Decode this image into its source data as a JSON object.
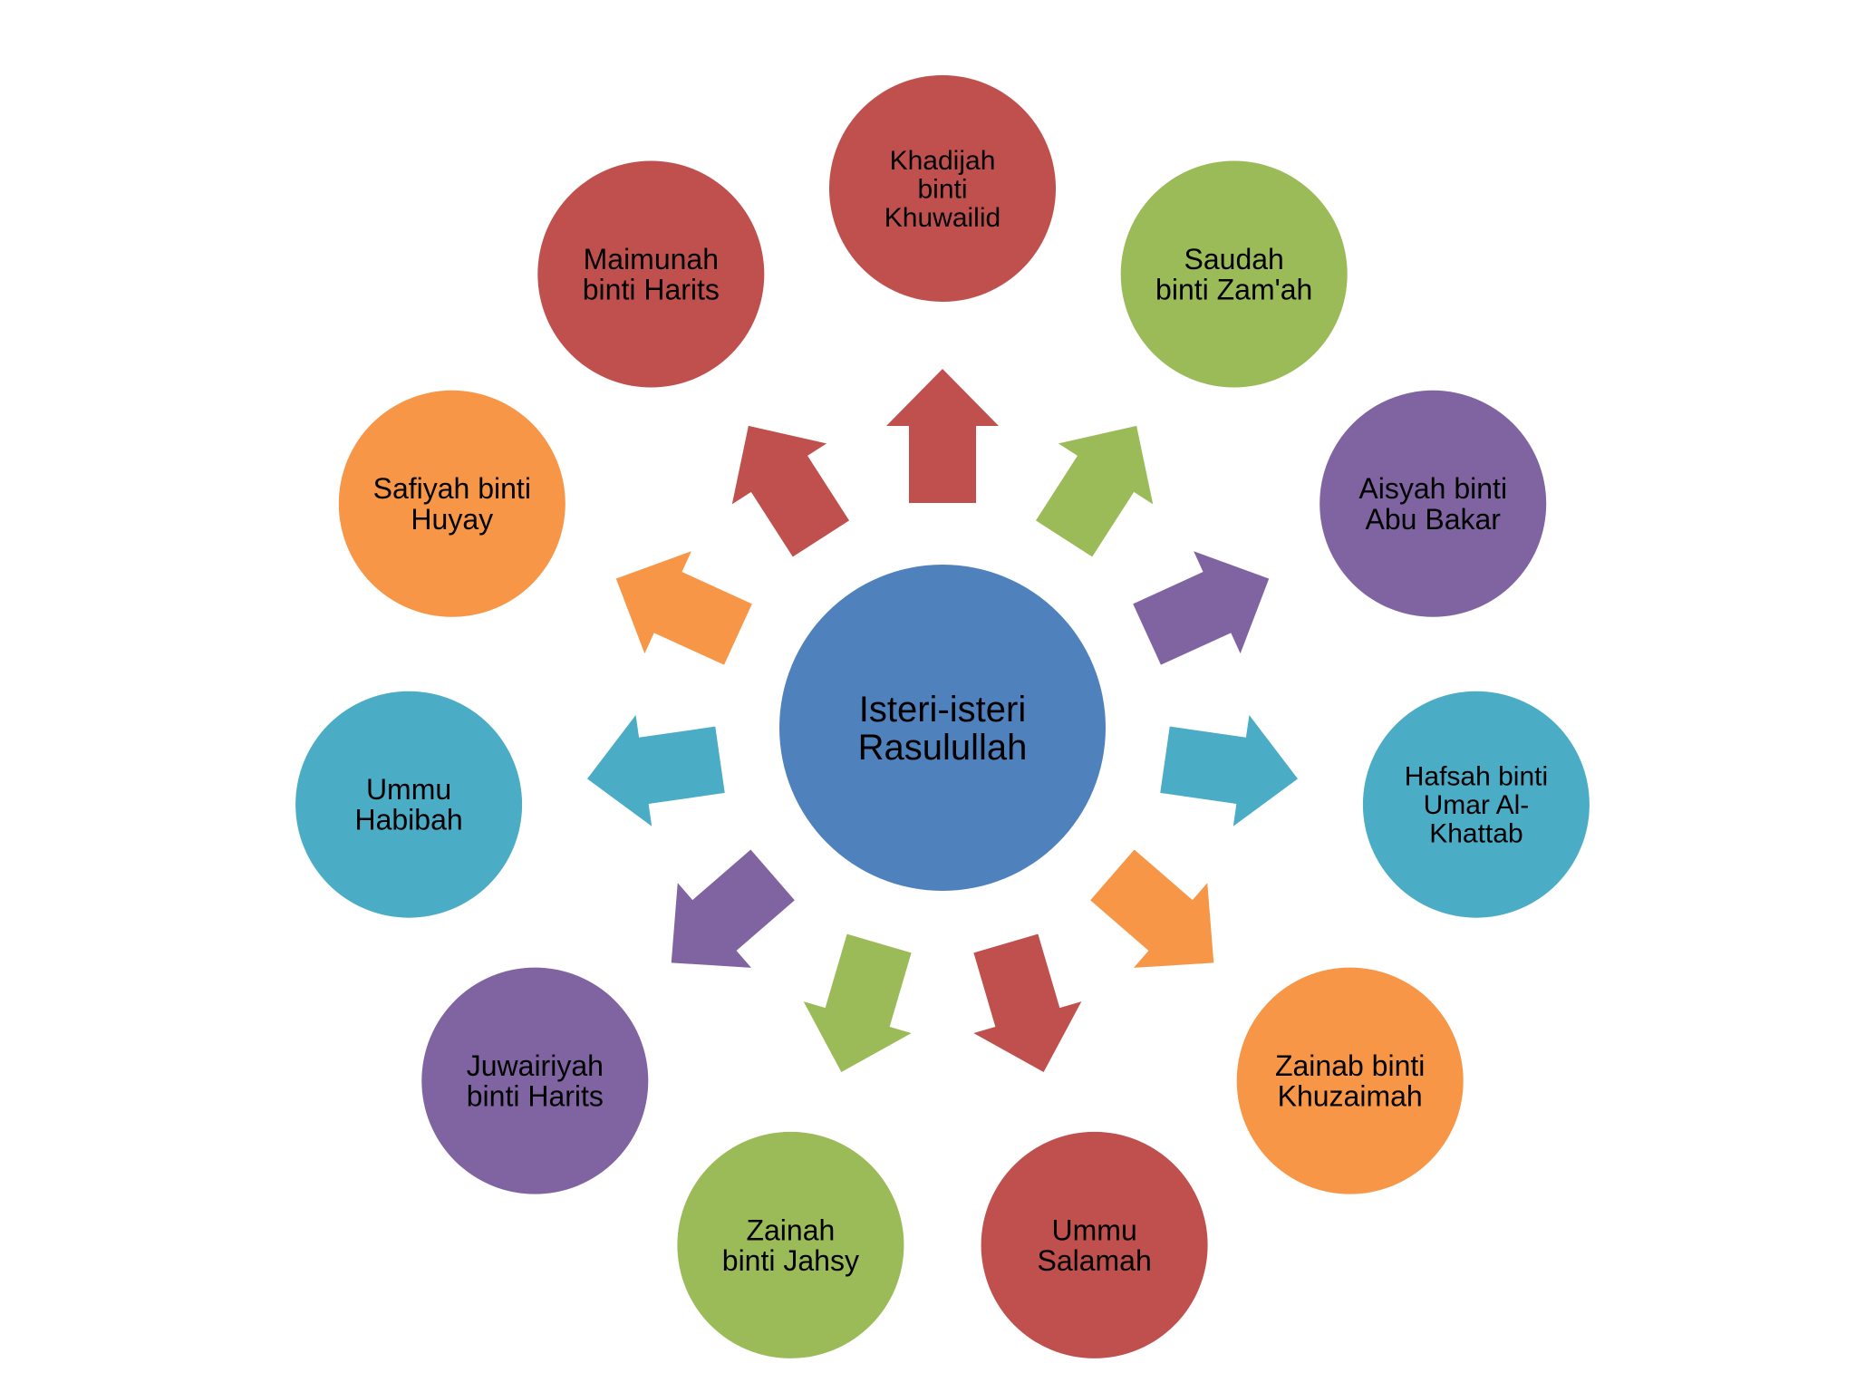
{
  "center": {
    "lines": [
      "Isteri-isteri",
      "Rasulullah"
    ],
    "color": "#4F81BD"
  },
  "nodes": [
    {
      "id": "khadijah",
      "lines": [
        "Khadijah",
        "binti",
        "Khuwailid"
      ],
      "color": "#C0504D"
    },
    {
      "id": "saudah",
      "lines": [
        "Saudah",
        "binti Zam'ah"
      ],
      "color": "#9BBB59"
    },
    {
      "id": "aisyah",
      "lines": [
        "Aisyah binti",
        "Abu Bakar"
      ],
      "color": "#8064A2"
    },
    {
      "id": "hafsah",
      "lines": [
        "Hafsah binti",
        "Umar Al-",
        "Khattab"
      ],
      "color": "#4BACC6"
    },
    {
      "id": "zainab-khuzaimah",
      "lines": [
        "Zainab binti",
        "Khuzaimah"
      ],
      "color": "#F79646"
    },
    {
      "id": "ummu-salamah",
      "lines": [
        "Ummu",
        "Salamah"
      ],
      "color": "#C0504D"
    },
    {
      "id": "zainah-jahsy",
      "lines": [
        "Zainah",
        "binti Jahsy"
      ],
      "color": "#9BBB59"
    },
    {
      "id": "juwairiyah",
      "lines": [
        "Juwairiyah",
        "binti Harits"
      ],
      "color": "#8064A2"
    },
    {
      "id": "ummu-habibah",
      "lines": [
        "Ummu",
        "Habibah"
      ],
      "color": "#4BACC6"
    },
    {
      "id": "safiyah",
      "lines": [
        "Safiyah binti",
        "Huyay"
      ],
      "color": "#F79646"
    },
    {
      "id": "maimunah",
      "lines": [
        "Maimunah",
        "binti Harits"
      ],
      "color": "#C0504D"
    }
  ]
}
